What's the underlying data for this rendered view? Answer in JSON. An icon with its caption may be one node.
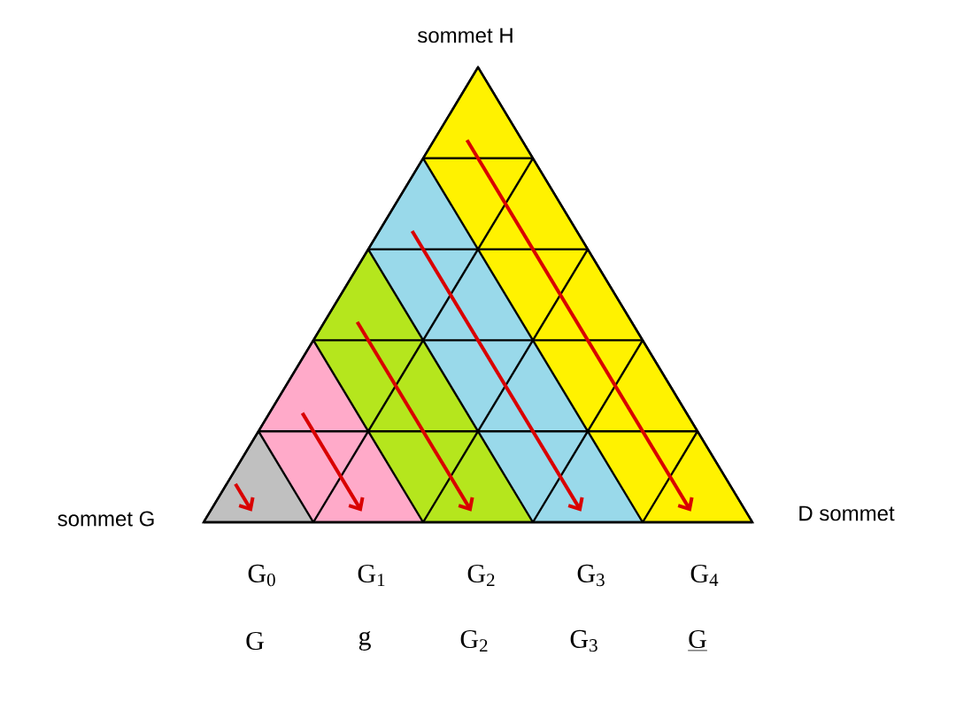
{
  "diagram": {
    "labels": [
      "sommet H",
      "sommet G",
      "D sommet",
      "G$_{0}$",
      "G$_{1}$",
      "G$_{2}$",
      "G$_{3}$",
      "G$_{4}$",
      "G",
      "g",
      "G$_{2}$",
      "G$_{3}$",
      "G"
    ]
  }
}
